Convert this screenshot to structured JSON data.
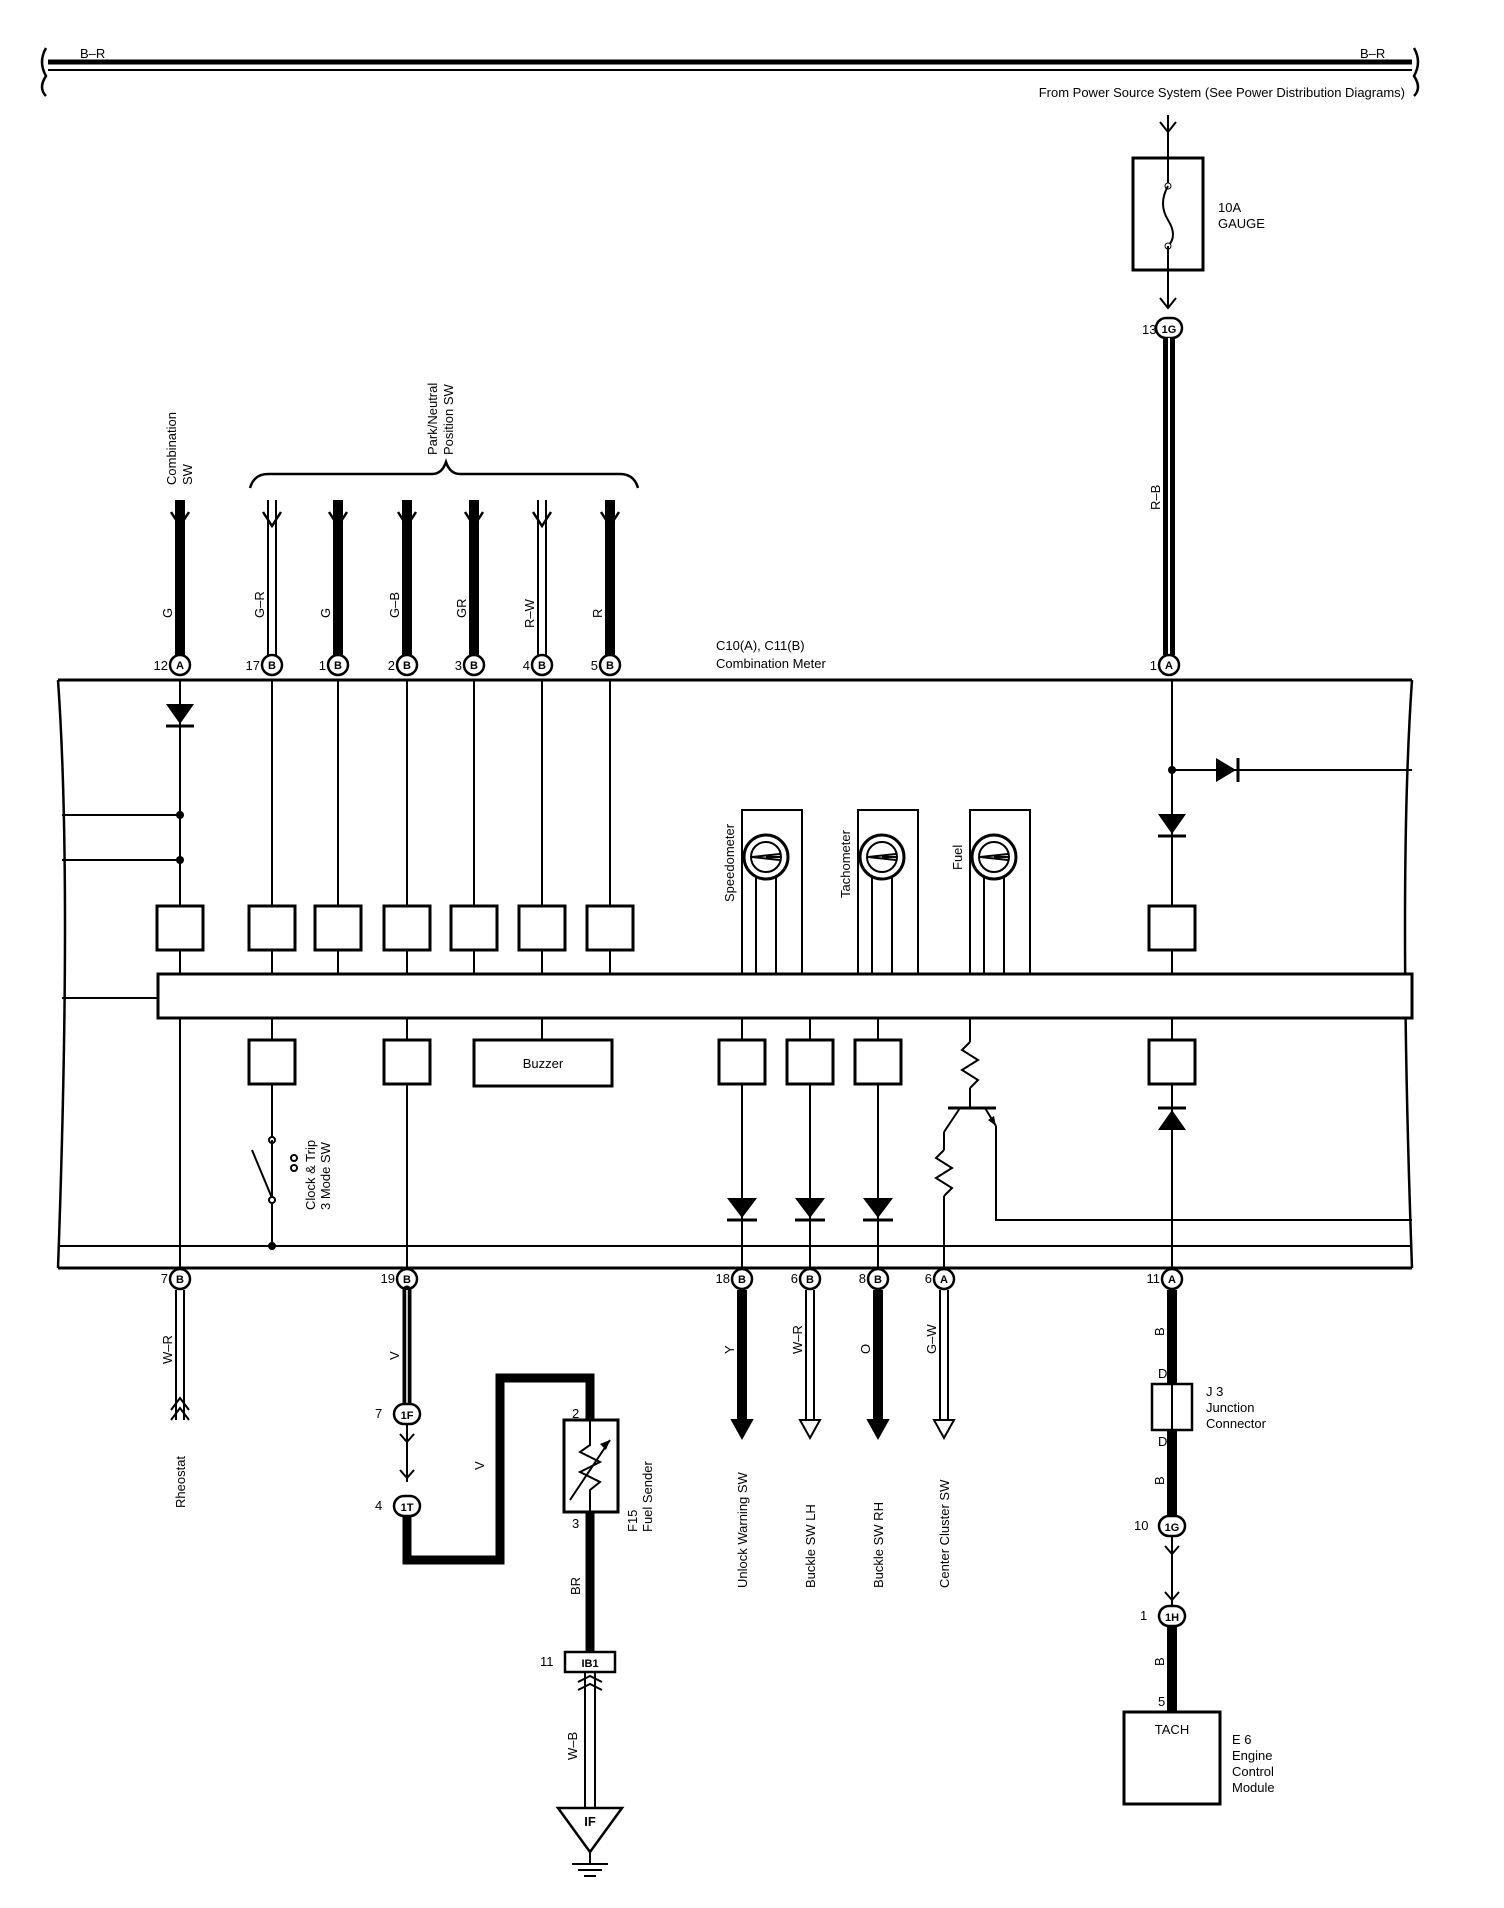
{
  "power_bus": {
    "left_wire": "B–R",
    "right_wire": "B–R",
    "source_note": "From Power Source System (See Power Distribution Diagrams)"
  },
  "fuse": {
    "rating": "10A",
    "name": "GAUGE"
  },
  "meter": {
    "connectors": "C10(A), C11(B)",
    "name": "Combination Meter"
  },
  "top_groups": {
    "combination_sw": [
      "Combination",
      "SW"
    ],
    "park_neutral": [
      "Park/Neutral",
      "Position SW"
    ]
  },
  "top_pins": [
    {
      "num": "12",
      "conn": "A",
      "wire": "G"
    },
    {
      "num": "17",
      "conn": "B",
      "wire": "G–R"
    },
    {
      "num": "1",
      "conn": "B",
      "wire": "G"
    },
    {
      "num": "2",
      "conn": "B",
      "wire": "G–B"
    },
    {
      "num": "3",
      "conn": "B",
      "wire": "GR"
    },
    {
      "num": "4",
      "conn": "B",
      "wire": "R–W"
    },
    {
      "num": "5",
      "conn": "B",
      "wire": "R"
    },
    {
      "num": "1",
      "conn": "A",
      "wire": "R–B"
    }
  ],
  "fuse_junction": {
    "num": "13",
    "conn": "1G"
  },
  "gauges": [
    "Speedometer",
    "Tachometer",
    "Fuel"
  ],
  "buzzer": "Buzzer",
  "clock_switch": [
    "Clock & Trip",
    "3 Mode SW"
  ],
  "bottom_pins": [
    {
      "num": "7",
      "conn": "B",
      "wire": "W–R",
      "dest": "Rheostat"
    },
    {
      "num": "19",
      "conn": "B",
      "wire": "V",
      "dest": ""
    },
    {
      "num": "18",
      "conn": "B",
      "wire": "Y",
      "dest": "Unlock Warning SW"
    },
    {
      "num": "6",
      "conn": "B",
      "wire": "W–R",
      "dest": "Buckle SW LH"
    },
    {
      "num": "8",
      "conn": "B",
      "wire": "O",
      "dest": "Buckle SW RH"
    },
    {
      "num": "6",
      "conn": "A",
      "wire": "G–W",
      "dest": "Center Cluster SW"
    },
    {
      "num": "11",
      "conn": "A",
      "wire": "B",
      "dest": ""
    }
  ],
  "fuel_circuit": {
    "j1": {
      "num": "7",
      "conn": "1F"
    },
    "j2": {
      "num": "4",
      "conn": "1T"
    },
    "wire_v": "V",
    "sender_pin_top": "2",
    "sender_pin_bottom": "3",
    "sender": [
      "F15",
      "Fuel Sender"
    ],
    "ground_wire1": "BR",
    "ground_conn": {
      "num": "11",
      "conn": "IB1"
    },
    "ground_wire2": "W–B",
    "ground_point": "IF"
  },
  "tach_circuit": {
    "wire1": "B",
    "jc_pin": "D",
    "jc_pin2": "D",
    "junction": [
      "J 3",
      "Junction",
      "Connector"
    ],
    "wire2": "B",
    "conn1": {
      "num": "10",
      "conn": "1G"
    },
    "conn2": {
      "num": "1",
      "conn": "1H"
    },
    "wire3": "B",
    "ecm_pin": "5",
    "ecm_label": "TACH",
    "ecm": [
      "E 6",
      "Engine",
      "Control",
      "Module"
    ]
  }
}
